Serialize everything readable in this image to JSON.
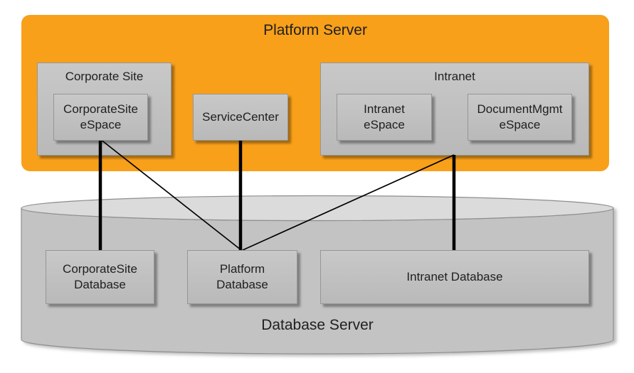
{
  "colors": {
    "canvas_bg": "#FFFFFF",
    "platform_server_fill": "#F8A01A",
    "node_fill": "#C8C8C8",
    "node_fill_dark": "#B9B9B9",
    "node_border": "#969696",
    "cylinder_body": "#C3C3C3",
    "cylinder_top": "#DBDBDB",
    "cylinder_border": "#8F8F8F",
    "connector": "#000000",
    "text": "#202020"
  },
  "platform_server": {
    "title": "Platform Server",
    "groups": {
      "corporate_site": {
        "label": "Corporate Site"
      },
      "intranet": {
        "label": "Intranet"
      }
    },
    "nodes": {
      "corporatesite_espace": {
        "label": "CorporateSite\neSpace"
      },
      "servicecenter": {
        "label": "ServiceCenter"
      },
      "intranet_espace": {
        "label": "Intranet\neSpace"
      },
      "documentmgmt_espace": {
        "label": "DocumentMgmt\neSpace"
      }
    }
  },
  "database_server": {
    "title": "Database Server",
    "nodes": {
      "corporatesite_database": {
        "label": "CorporateSite\nDatabase"
      },
      "platform_database": {
        "label": "Platform\nDatabase"
      },
      "intranet_database": {
        "label": "Intranet Database"
      }
    }
  },
  "connections": [
    {
      "from": "CorporateSite eSpace",
      "to": "CorporateSite Database",
      "style": "thick"
    },
    {
      "from": "CorporateSite eSpace",
      "to": "Platform Database",
      "style": "thin"
    },
    {
      "from": "ServiceCenter",
      "to": "Platform Database",
      "style": "thick"
    },
    {
      "from": "Intranet",
      "to": "Platform Database",
      "style": "thin"
    },
    {
      "from": "Intranet",
      "to": "Intranet Database",
      "style": "thick"
    }
  ]
}
